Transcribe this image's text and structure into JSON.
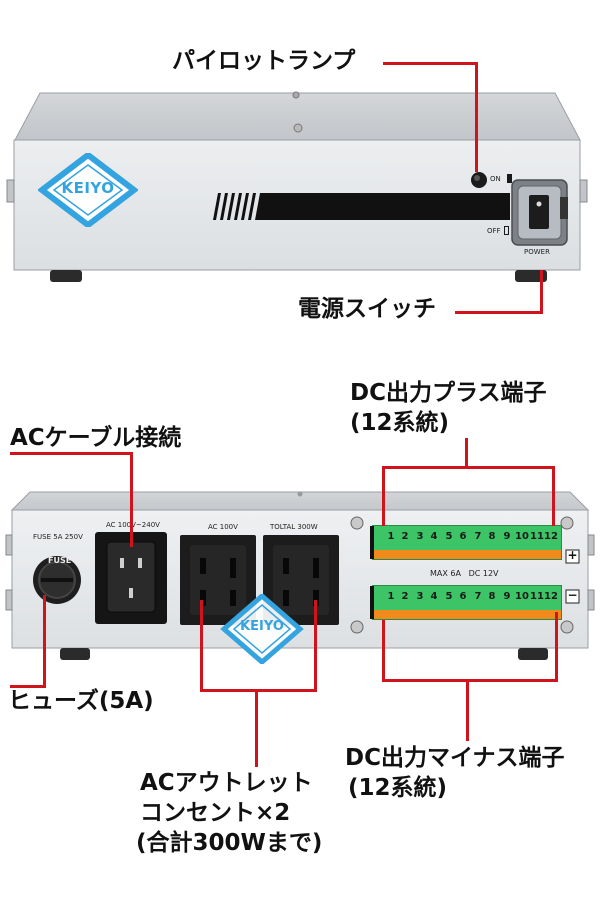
{
  "labels": {
    "pilot_lamp": "パイロットランプ",
    "power_switch": "電源スイッチ",
    "ac_cable": "ACケーブル接続",
    "fuse": "ヒューズ(5A)",
    "dc_plus_line1": "DC出力プラス端子",
    "dc_plus_line2": "(12系統)",
    "dc_minus_line1": "DC出力マイナス端子",
    "dc_minus_line2": "(12系統)",
    "ac_outlet_line1": "ACアウトレット",
    "ac_outlet_line2": "コンセント×2",
    "ac_outlet_line3": "(合計300Wまで)"
  },
  "front": {
    "brand": "KEIYO",
    "on_label": "ON",
    "off_label": "OFF",
    "power_label": "POWER"
  },
  "rear": {
    "brand": "KEIYO",
    "fuse_rating": "FUSE 5A 250V",
    "fuse_cap": "FUSE",
    "inlet_rating": "AC 100V~240V",
    "outlet_left_label": "AC 100V",
    "outlet_right_label": "TOLTAL 300W",
    "terminal_rating": "MAX 6A   DC 12V",
    "plus_sign": "+",
    "minus_sign": "−",
    "terminal_numbers": [
      "1",
      "2",
      "3",
      "4",
      "5",
      "6",
      "7",
      "8",
      "9",
      "10",
      "11",
      "12"
    ]
  },
  "colors": {
    "callout_line": "#d0141e",
    "terminal_green": "#3cc466",
    "terminal_orange": "#f08a1c",
    "brand_blue": "#34a4e0"
  }
}
